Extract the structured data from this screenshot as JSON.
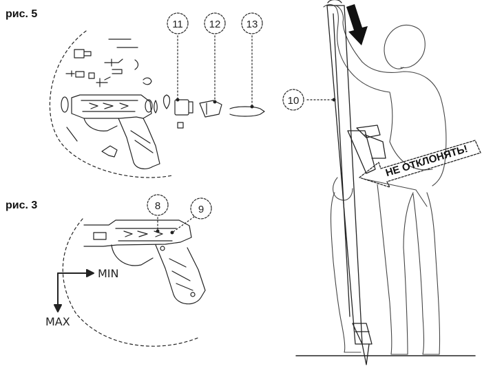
{
  "figures": {
    "fig5": {
      "label": "рис. 5",
      "callouts": [
        "11",
        "12",
        "13"
      ]
    },
    "fig3": {
      "label": "рис. 3",
      "callouts": [
        "8",
        "9"
      ],
      "adjust": {
        "min": "MIN",
        "max": "MAX"
      }
    },
    "loading": {
      "callout": "10",
      "warning": "НЕ ОТКЛОНЯТЬ!"
    }
  },
  "colors": {
    "line": "#222222",
    "light": "#555555"
  }
}
